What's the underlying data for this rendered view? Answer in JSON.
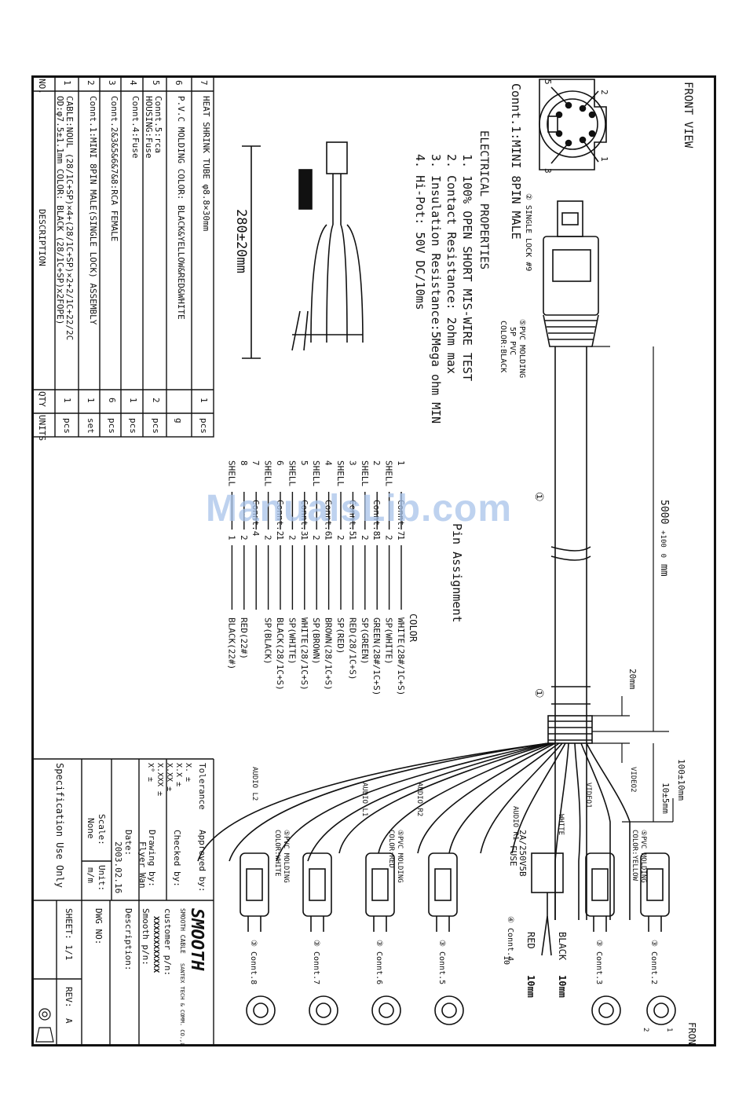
{
  "watermark": "ManualsLib.com",
  "front_view_label": "FRONT VIEW",
  "connector1_title": "Connt.1:MINI 8PIN MALE",
  "pin_numbers": [
    "1",
    "2",
    "3",
    "4",
    "5",
    "6",
    "7",
    "8"
  ],
  "electrical": {
    "title": "ELECTRICAL PROPERTIES",
    "items": [
      "1. 100% OPEN SHORT MIS-WIRE TEST",
      "2. Contact Resistance: 2ohm max",
      "3. Insulation Resistance:5Mega ohm MIN",
      "4. Hi-Pot: 50V DC/10ms"
    ]
  },
  "callouts": {
    "single_lock": "② SINGLE LOCK #9",
    "pvc_molding_main": "⑤PVC MOLDING",
    "pvc_5p": "5P PVC",
    "color_black": "COLOR:BLACK",
    "pvc_molding_yellow": "⑤PVC MOLDING",
    "color_yellow": "COLOR:YELLOW",
    "pvc_molding_white": "⑤PVC MOLDING",
    "color_white": "COLOR:WHITE",
    "pvc_molding_red": "⑤PVC MOLDING",
    "color_red": "COLOR:RED",
    "fuse": "2A/250V5B",
    "fuse_label": "FUSE",
    "conn4": "④ Connt.4",
    "red_lead": "RED",
    "black_lead": "BLACK",
    "strip10": "10mm",
    "dim10": "10",
    "circle1a": "①",
    "circle1b": "①"
  },
  "dimensions": {
    "cable_length": "5000",
    "cable_tol_plus": "+100",
    "cable_tol_minus": "0",
    "cable_unit": "mm",
    "d20": "20mm",
    "d100": "100±10mm",
    "d10": "10±5mm",
    "d280": "280±20mm"
  },
  "branches": [
    "VIDEO2",
    "VIDEO1",
    "WHITE",
    "AUDIO R1",
    "AUDIO R2",
    "AUDIO L1",
    "AUDIO L2"
  ],
  "rca_connectors": [
    "③ Connt.2",
    "③ Connt.3",
    "③ Connt.5",
    "③ Connt.6",
    "③ Connt.7",
    "③ Connt.8"
  ],
  "front_view_rca_pins": [
    "1",
    "2"
  ],
  "pin_assignment": {
    "title": "Pin Assignment",
    "color_header": "COLOR",
    "rows": [
      {
        "left": "1",
        "mid": "1",
        "conn": "Connt.7",
        "color": "WHITE(28#/1C+S)"
      },
      {
        "left": "SHELL",
        "mid": "2",
        "conn": "",
        "color": "SP(WHITE)"
      },
      {
        "left": "2",
        "mid": "1",
        "conn": "Connt.8",
        "color": "GREEN(28#/1C+S)"
      },
      {
        "left": "SHELL",
        "mid": "2",
        "conn": "",
        "color": "SP(GREEN)"
      },
      {
        "left": "3",
        "mid": "1",
        "conn": "Connt.5",
        "color": "RED(28/1C+S)"
      },
      {
        "left": "SHELL",
        "mid": "2",
        "conn": "",
        "color": "SP(RED)"
      },
      {
        "left": "4",
        "mid": "1",
        "conn": "Connt.6",
        "color": "BROWN(28/1C+S)"
      },
      {
        "left": "SHELL",
        "mid": "2",
        "conn": "",
        "color": "SP(BROWN)"
      },
      {
        "left": "5",
        "mid": "1",
        "conn": "Connt.3",
        "color": "WHITE(28/1C+S)"
      },
      {
        "left": "SHELL",
        "mid": "2",
        "conn": "",
        "color": "SP(WHITE)"
      },
      {
        "left": "6",
        "mid": "1",
        "conn": "Connt.2",
        "color": "BLACK(28/1C+S)"
      },
      {
        "left": "SHELL",
        "mid": "2",
        "conn": "",
        "color": "SP(BLACK)"
      },
      {
        "left": "7",
        "mid": "",
        "conn": "Connt.4",
        "color": ""
      },
      {
        "left": "8",
        "mid": "2",
        "conn": "",
        "color": "RED(22#)"
      },
      {
        "left": "SHELL",
        "mid": "1",
        "conn": "",
        "color": "BLACK(22#)"
      }
    ]
  },
  "bom": {
    "headers": {
      "no": "NO.",
      "desc": "DESCRIPTION",
      "qty": "QTY",
      "units": "UNITS"
    },
    "rows": [
      {
        "no": "7",
        "desc": [
          "HEAT SHRINK TUBE φ8.8×30mm"
        ],
        "qty": "1",
        "units": "pcs"
      },
      {
        "no": "6",
        "desc": [
          "P.V.C MOLDING COLOR: BLACK&YELLOW&RED&WHITE"
        ],
        "qty": "",
        "units": "g"
      },
      {
        "no": "5",
        "desc": [
          "Connt.5:rca",
          "HOUSING:Fuse"
        ],
        "qty": "2",
        "units": "pcs"
      },
      {
        "no": "4",
        "desc": [
          "Connt.4:Fuse"
        ],
        "qty": "1",
        "units": "pcs"
      },
      {
        "no": "3",
        "desc": [
          "Connt.2&3&5&6&7&8:RCA FEMALE"
        ],
        "qty": "6",
        "units": "pcs"
      },
      {
        "no": "2",
        "desc": [
          "Connt.1:MINI 8PIN MALE(SINGLE LOCK) ASSEMBLY"
        ],
        "qty": "1",
        "units": "set"
      },
      {
        "no": "1",
        "desc": [
          "CABLE:NOUL (28/1C+SP)×4+(28/1C+SP)×2+2/1C+22/2C",
          "OD:φ7.5±1.1mm  COLOR: BLACK   (28/1C+SP)x2FOPE)"
        ],
        "qty": "1",
        "units": "pcs"
      }
    ]
  },
  "title_block": {
    "tolerance": "Tolerance",
    "tol_rows": [
      "X.   ±",
      "X.X  ±",
      "X.XX ±",
      "X.XXX ±",
      "X°   ±"
    ],
    "approved": "Approved by:",
    "checked": "Checked by:",
    "drawing": "Drawing by:",
    "drawer": "Flyer Wan",
    "date_label": "Date:",
    "date": "2003.02.16",
    "scale_label": "Scale:",
    "scale": "None",
    "unit_label": "Unit:",
    "unit": "m/m",
    "spec": "Specification Use Only",
    "company": "SMOOTH",
    "company_sub": "SMOOTH CABLE",
    "company_small": "SANTEX TECH & COMM. CO.,LTD.",
    "customer_pn": "customer p/n:",
    "customer_pn_value": "XXXXXXXXXXXX",
    "smooth_pn": "Smooth p/n:",
    "description": "Description:",
    "dwg_no": "DWG NO:",
    "sheet": "SHEET: 1/1",
    "rev": "REV:",
    "rev_value": "A"
  }
}
